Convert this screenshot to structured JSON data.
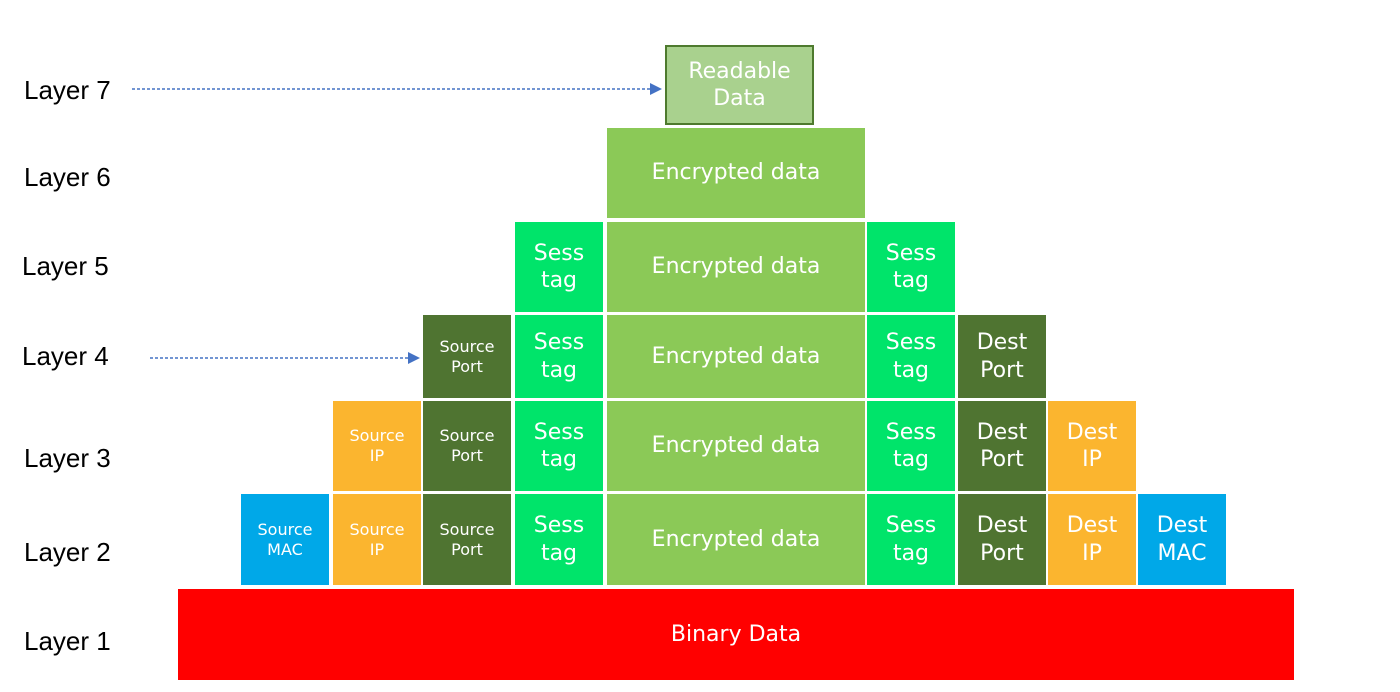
{
  "layers": [
    "Layer 7",
    "Layer 6",
    "Layer 5",
    "Layer 4",
    "Layer 3",
    "Layer 2",
    "Layer 1"
  ],
  "blocks": {
    "readable": "Readable\nData",
    "encrypted": "Encrypted data",
    "sess_tag": "Sess\ntag",
    "source_port": "Source\nPort",
    "dest_port": "Dest\nPort",
    "source_ip": "Source\nIP",
    "dest_ip": "Dest\nIP",
    "source_mac": "Source\nMAC",
    "dest_mac": "Dest\nMAC",
    "binary": "Binary Data"
  },
  "colors": {
    "readable": "#a9d18e",
    "encrypted": "#8bc957",
    "sess_tag": "#00e46a",
    "port": "#4f7431",
    "ip": "#fbb52f",
    "mac": "#00a8e8",
    "binary": "#ff0000",
    "arrow": "#4472c4"
  }
}
